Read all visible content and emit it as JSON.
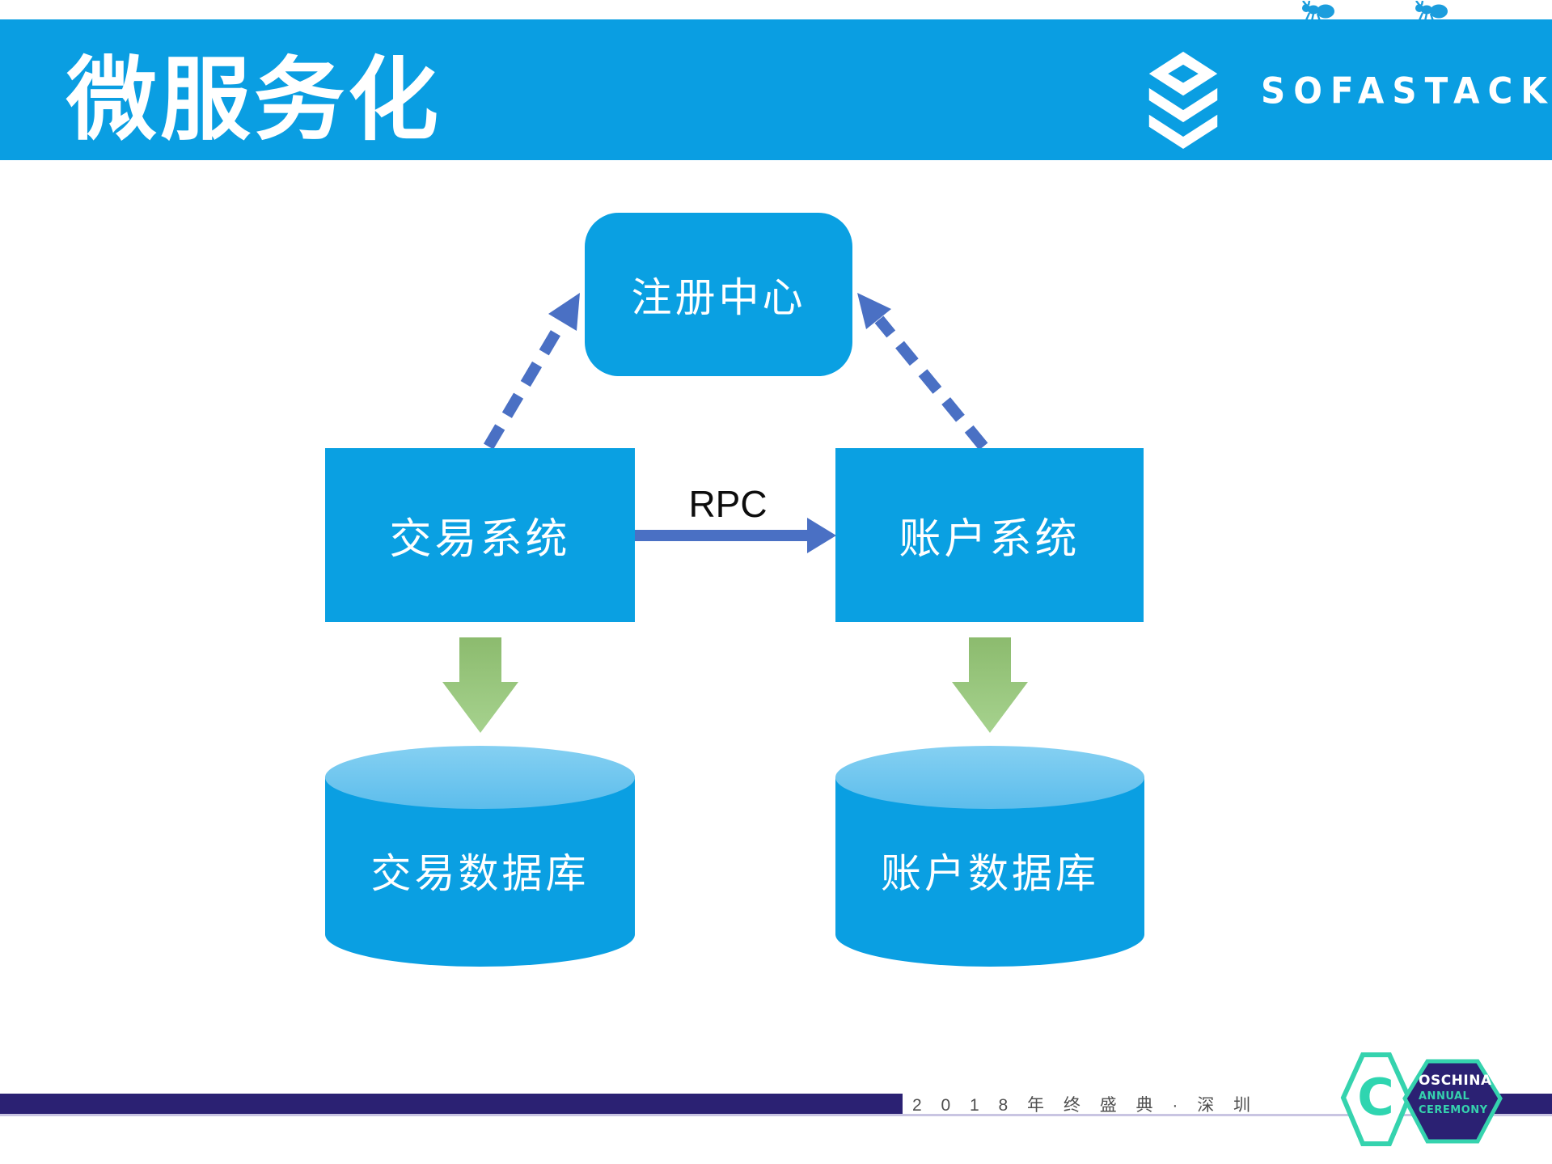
{
  "header": {
    "title": "微服务化",
    "logo_text": "SOFASTACK"
  },
  "diagram": {
    "registry_label": "注册中心",
    "trade_system_label": "交易系统",
    "account_system_label": "账户系统",
    "rpc_label": "RPC",
    "trade_db_label": "交易数据库",
    "account_db_label": "账户数据库"
  },
  "footer": {
    "event_text": "2 0 1 8 年 终 盛 典 · 深 圳",
    "oschina": {
      "letter": "C",
      "line1": "OSCHINA",
      "line2": "ANNUAL",
      "line3": "CEREMONY"
    }
  },
  "colors": {
    "header_blue": "#0a9ee2",
    "shape_blue": "#0aa0e2",
    "cylinder_top_blue": "#6cc6ef",
    "connector_blue": "#4a70c4",
    "arrow_green_top": "#8cbb6e",
    "arrow_green_bottom": "#a6d28e",
    "footer_navy": "#2b2173",
    "footer_text_gray": "#4f4f4f",
    "oschina_teal": "#2fd5b0"
  }
}
